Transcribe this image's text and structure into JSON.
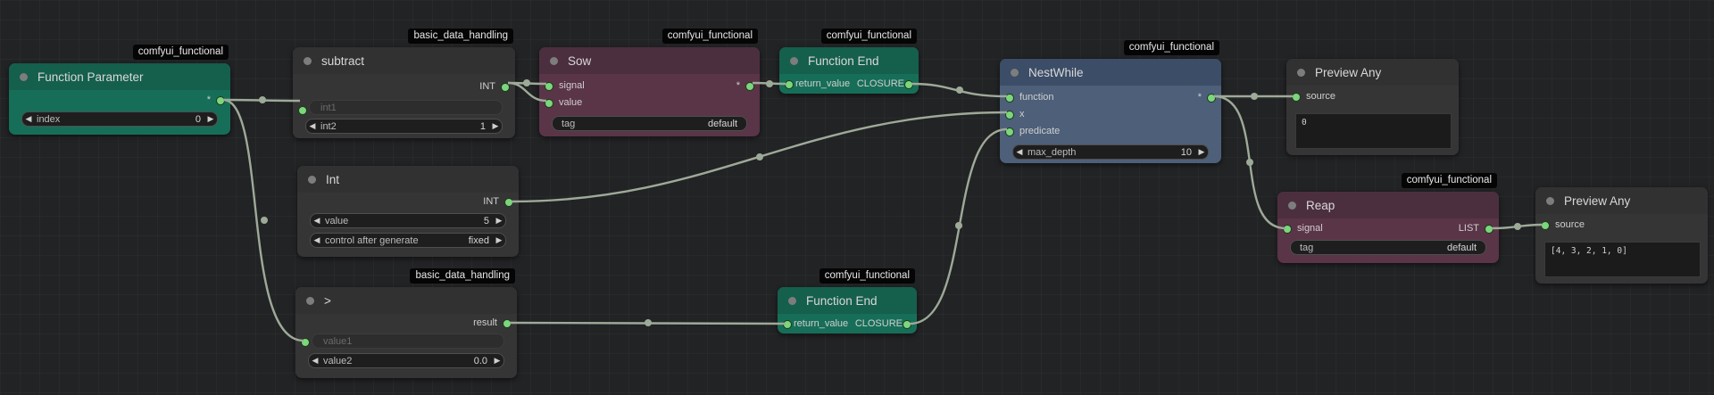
{
  "colors": {
    "canvas": "#222325",
    "green_node": "#176e58",
    "maroon_node": "#5a3447",
    "blue_node": "#4d5f79",
    "gray_node": "#353535",
    "link": "#9eaa98",
    "socket": "#7cd67c"
  },
  "nodes": {
    "function_parameter": {
      "badge": "comfyui_functional",
      "title": "Function Parameter",
      "output": "*",
      "widget": {
        "label": "index",
        "value": "0"
      }
    },
    "subtract": {
      "badge": "basic_data_handling",
      "title": "subtract",
      "output": "INT",
      "input1": "int1",
      "widget": {
        "label": "int2",
        "value": "1"
      }
    },
    "sow": {
      "badge": "comfyui_functional",
      "title": "Sow",
      "input_signal": "signal",
      "input_value": "value",
      "output": "*",
      "widget": {
        "label": "tag",
        "value": "default"
      }
    },
    "function_end_1": {
      "badge": "comfyui_functional",
      "title": "Function End",
      "input": "return_value",
      "output": "CLOSURE"
    },
    "nest_while": {
      "badge": "comfyui_functional",
      "title": "NestWhile",
      "input_function": "function",
      "input_x": "x",
      "input_predicate": "predicate",
      "output": "*",
      "widget": {
        "label": "max_depth",
        "value": "10"
      }
    },
    "preview_any_1": {
      "title": "Preview Any",
      "input": "source",
      "content": "0"
    },
    "int_node": {
      "title": "Int",
      "output": "INT",
      "widget1": {
        "label": "value",
        "value": "5"
      },
      "widget2": {
        "label": "control after generate",
        "value": "fixed"
      }
    },
    "greater": {
      "badge": "basic_data_handling",
      "title": ">",
      "output": "result",
      "input1": "value1",
      "widget": {
        "label": "value2",
        "value": "0.0"
      }
    },
    "function_end_2": {
      "badge": "comfyui_functional",
      "title": "Function End",
      "input": "return_value",
      "output": "CLOSURE"
    },
    "reap": {
      "badge": "comfyui_functional",
      "title": "Reap",
      "input": "signal",
      "output": "LIST",
      "widget": {
        "label": "tag",
        "value": "default"
      }
    },
    "preview_any_2": {
      "title": "Preview Any",
      "input": "source",
      "content": "[4, 3, 2, 1, 0]"
    }
  }
}
